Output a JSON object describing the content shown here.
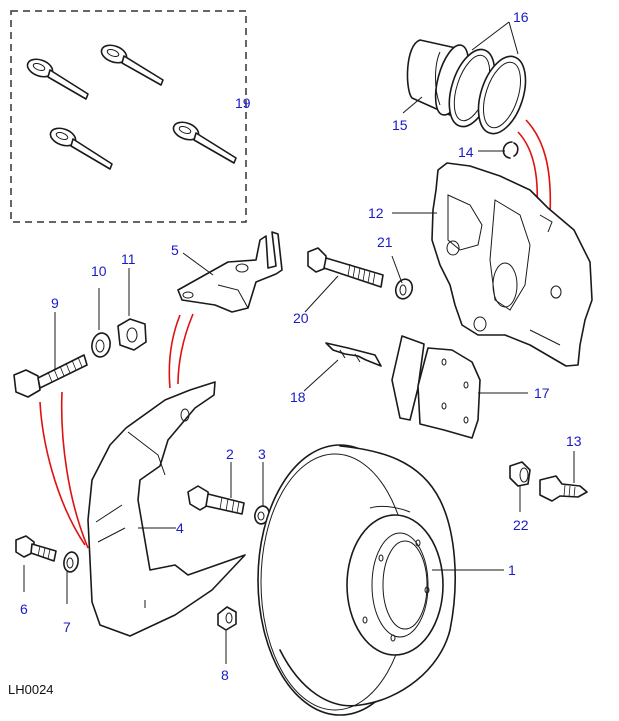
{
  "diagram": {
    "title": "Front brake disc, caliper and shield exploded view",
    "reference_code": "LH0024",
    "colors": {
      "callout": "#1a1ac8",
      "assembly_line": "#e01010",
      "line_art": "#1a1a1a"
    },
    "callouts": [
      {
        "id": "1",
        "part": "brake-disc"
      },
      {
        "id": "2",
        "part": "shield-bolt"
      },
      {
        "id": "3",
        "part": "shield-washer"
      },
      {
        "id": "4",
        "part": "splash-shield"
      },
      {
        "id": "5",
        "part": "hose-bracket"
      },
      {
        "id": "6",
        "part": "bolt"
      },
      {
        "id": "7",
        "part": "washer"
      },
      {
        "id": "8",
        "part": "nut"
      },
      {
        "id": "9",
        "part": "bracket-bolt"
      },
      {
        "id": "10",
        "part": "spring-washer"
      },
      {
        "id": "11",
        "part": "hex-nut"
      },
      {
        "id": "12",
        "part": "caliper"
      },
      {
        "id": "13",
        "part": "bleed-screw"
      },
      {
        "id": "14",
        "part": "retaining-ring"
      },
      {
        "id": "15",
        "part": "piston"
      },
      {
        "id": "16",
        "part": "seals"
      },
      {
        "id": "17",
        "part": "brake-pads"
      },
      {
        "id": "18",
        "part": "anti-rattle-spring"
      },
      {
        "id": "19",
        "part": "split-pins-kit"
      },
      {
        "id": "20",
        "part": "caliper-bolt"
      },
      {
        "id": "21",
        "part": "caliper-washer"
      },
      {
        "id": "22",
        "part": "dust-cap"
      }
    ]
  }
}
